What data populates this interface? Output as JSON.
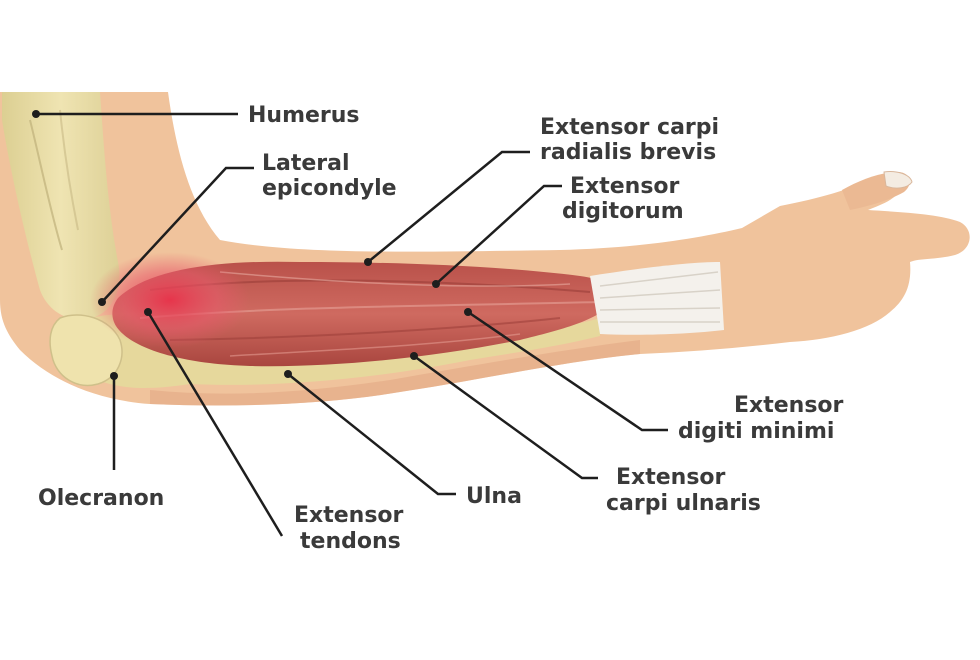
{
  "labels": {
    "humerus": "Humerus",
    "lateral_epicondyle": [
      "Lateral",
      "epicondyle"
    ],
    "ecrb": [
      "Extensor carpi",
      "radialis brevis"
    ],
    "extensor_digitorum": [
      "Extensor",
      "digitorum"
    ],
    "olecranon": "Olecranon",
    "extensor_tendons": [
      "Extensor",
      "tendons"
    ],
    "ulna": "Ulna",
    "ecu": [
      "Extensor",
      "carpi ulnaris"
    ],
    "edm": [
      "Extensor",
      "digiti minimi"
    ]
  },
  "colors": {
    "skin": "#f0c39c",
    "bone": "#e9dca4",
    "muscle": "#c8574f",
    "tendon": "#f4f1ec",
    "inflammation": "#e8324a",
    "leader": "#1e1e1e",
    "text": "#3a3a3a"
  }
}
